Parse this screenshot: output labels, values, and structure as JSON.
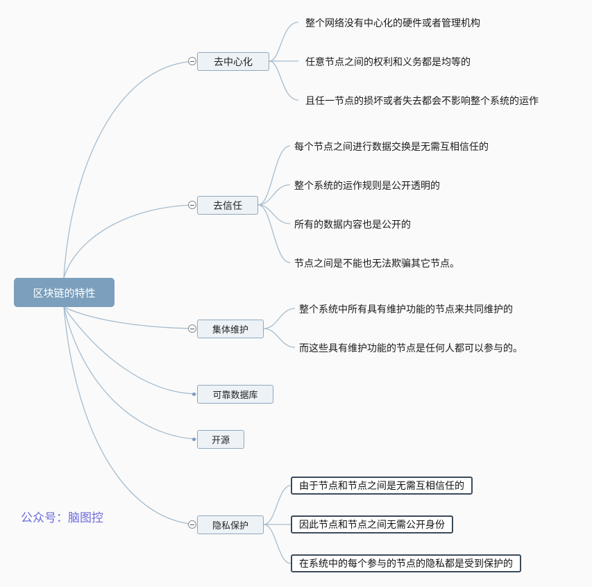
{
  "root": {
    "label": "区块链的特性"
  },
  "branches": [
    {
      "label": "去中心化",
      "children": [
        "整个网络没有中心化的硬件或者管理机构",
        "任意节点之间的权利和义务都是均等的",
        "且任一节点的损坏或者失去都会不影响整个系统的运作"
      ]
    },
    {
      "label": "去信任",
      "children": [
        "每个节点之间进行数据交换是无需互相信任的",
        "整个系统的运作规则是公开透明的",
        "所有的数据内容也是公开的",
        "节点之间是不能也无法欺骗其它节点。"
      ]
    },
    {
      "label": "集体维护",
      "children": [
        "整个系统中所有具有维护功能的节点来共同维护的",
        "而这些具有维护功能的节点是任何人都可以参与的。"
      ]
    },
    {
      "label": "可靠数据库",
      "children": []
    },
    {
      "label": "开源",
      "children": []
    },
    {
      "label": "隐私保护",
      "children": [
        "由于节点和节点之间是无需互相信任的",
        "因此节点和节点之间无需公开身份",
        "在系统中的每个参与的节点的隐私都是受到保护的"
      ]
    }
  ],
  "watermark": "公众号：脑图控",
  "colors": {
    "line": "#a4bccf",
    "root_bg": "#7b9fbd",
    "node_bg": "#edf2f7",
    "node_border": "#8fa7bd",
    "watermark": "#6b6bdc"
  }
}
